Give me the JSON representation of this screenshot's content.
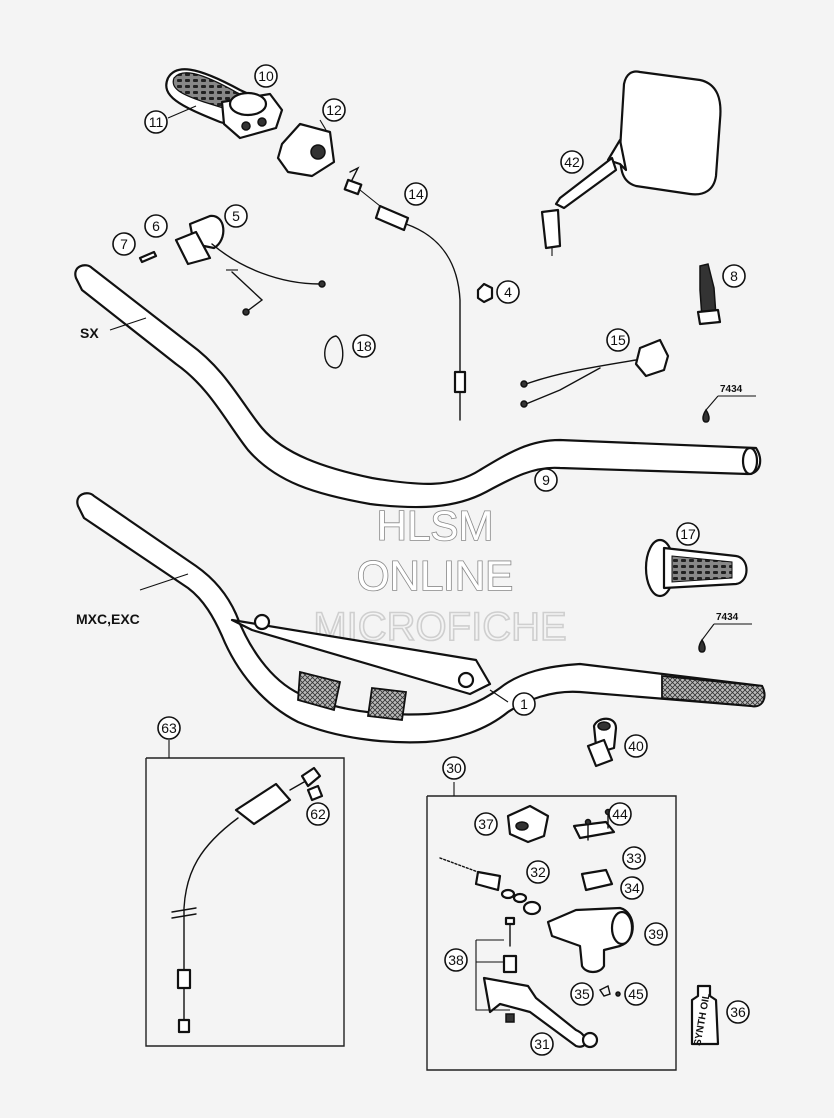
{
  "diagram": {
    "variant_labels": {
      "sx": "SX",
      "mxc_exc": "MXC,EXC"
    },
    "sealant_code": "7434",
    "watermark": {
      "line1": "HLSM",
      "line2": "ONLINE",
      "line3": "MICROFICHE"
    },
    "callouts": {
      "p1": "1",
      "p4": "4",
      "p5": "5",
      "p6": "6",
      "p7": "7",
      "p8": "8",
      "p9": "9",
      "p10": "10",
      "p11": "11",
      "p12": "12",
      "p14": "14",
      "p15": "15",
      "p17": "17",
      "p18": "18",
      "p30": "30",
      "p31": "31",
      "p32": "32",
      "p33": "33",
      "p34": "34",
      "p35": "35",
      "p36": "36",
      "p37": "37",
      "p38": "38",
      "p39": "39",
      "p40": "40",
      "p42": "42",
      "p44": "44",
      "p45": "45",
      "p62": "62",
      "p63": "63"
    },
    "bottle_label": "SYNTH OIL"
  }
}
